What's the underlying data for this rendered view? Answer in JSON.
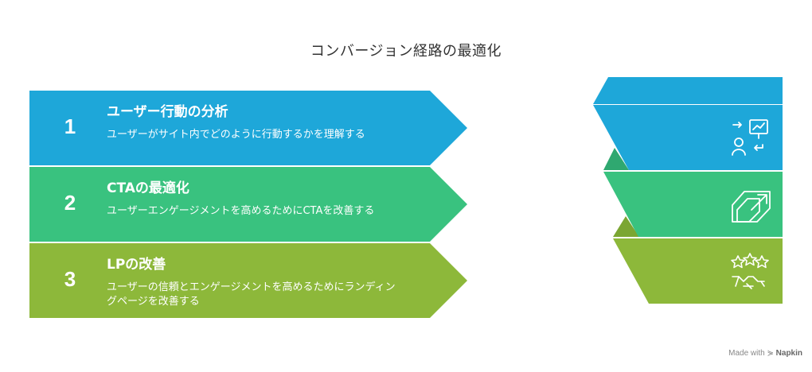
{
  "title": "コンバージョン経路の最適化",
  "steps": [
    {
      "number": "1",
      "heading": "ユーザー行動の分析",
      "description": "ユーザーがサイト内でどのように行動するかを理解する",
      "color": "#1EA7D9"
    },
    {
      "number": "2",
      "heading": "CTAの最適化",
      "description": "ユーザーエンゲージメントを高めるためにCTAを改善する",
      "color": "#39C27F"
    },
    {
      "number": "3",
      "heading": "LPの改善",
      "description": "ユーザーの信頼とエンゲージメントを高めるためにランディングページを改善する",
      "color": "#8DB83A"
    }
  ],
  "icons": [
    "analytics-person-chart-icon",
    "click-target-cursor-icon",
    "stars-handshake-icon"
  ],
  "footer": {
    "made_with": "Made with",
    "brand": "Napkin"
  }
}
